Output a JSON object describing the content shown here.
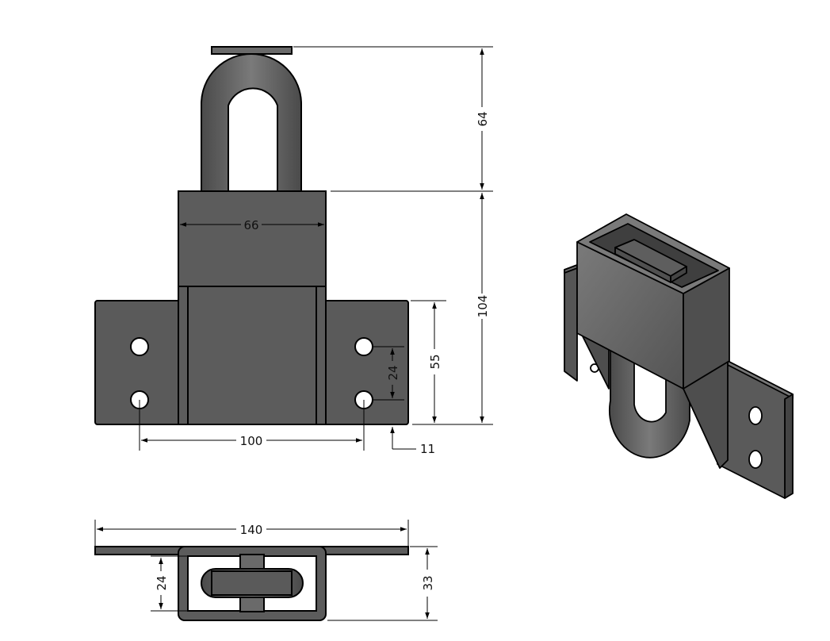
{
  "dimensions": {
    "hook_height": "64",
    "body_height": "104",
    "body_width": "66",
    "flange_height": "55",
    "hole_spacing_vertical": "24",
    "hole_spacing_horizontal": "100",
    "flange_offset": "11",
    "overall_width": "140",
    "bottom_inner": "24",
    "bottom_depth": "33"
  },
  "colors": {
    "body_fill": "#5c5c5c",
    "body_dark": "#4a4a4a",
    "body_light": "#6e6e6e",
    "hole_fill": "#ffffff",
    "line": "#000000"
  }
}
